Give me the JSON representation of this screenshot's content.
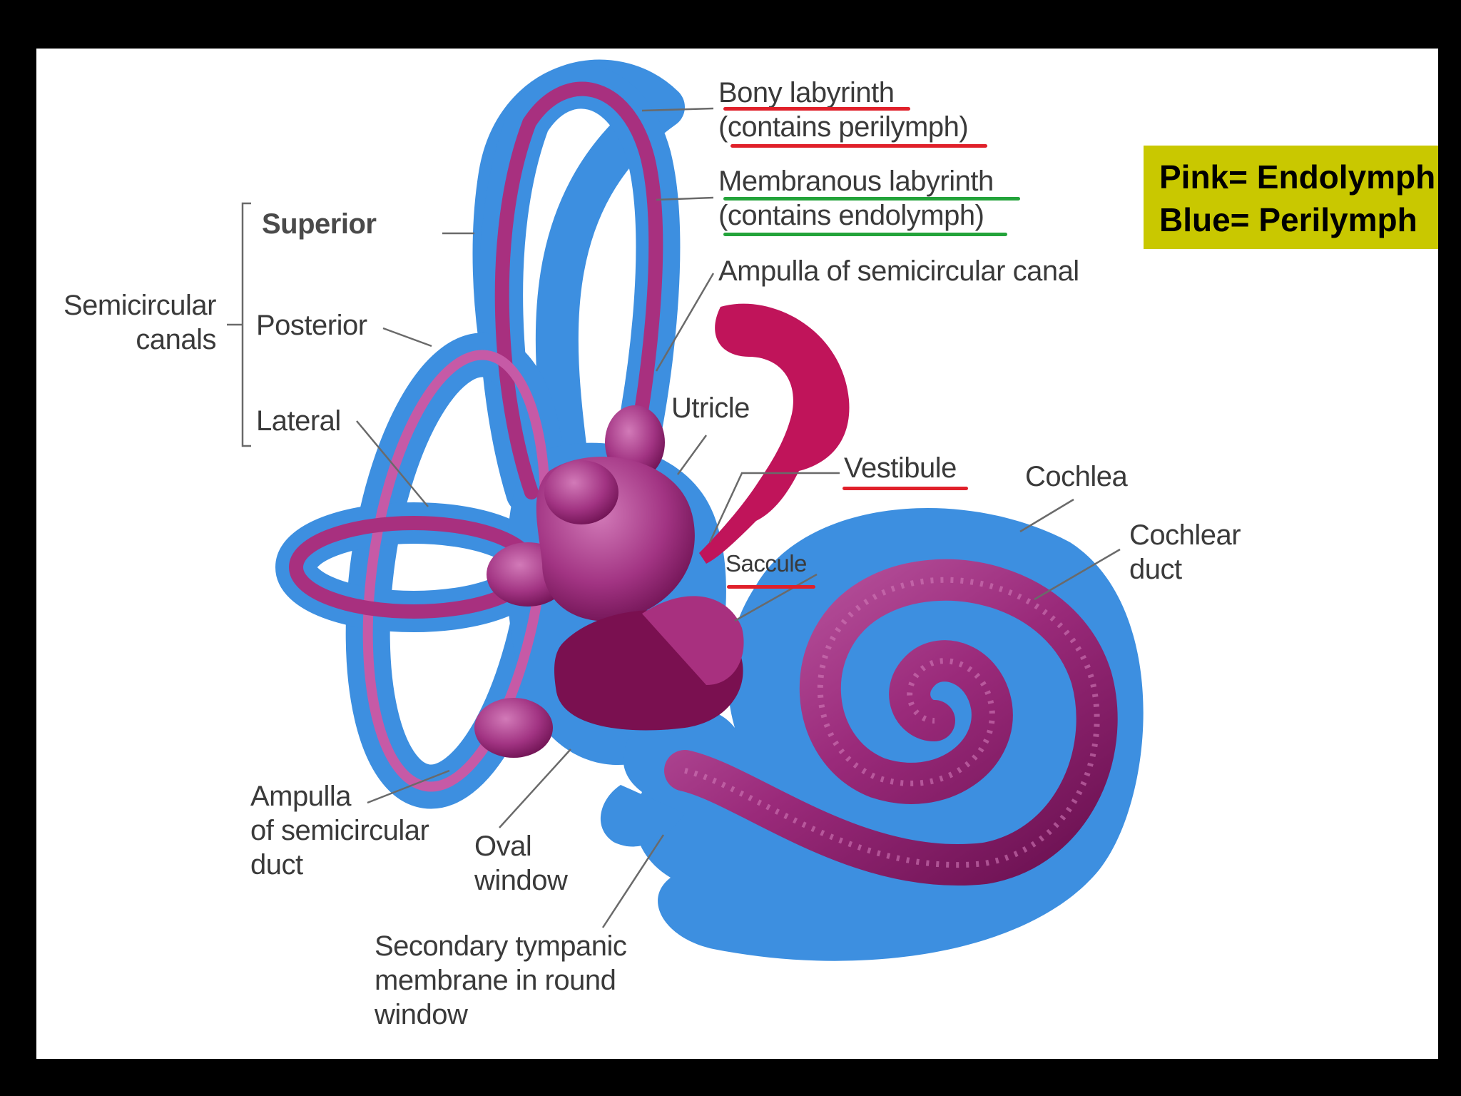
{
  "labels": {
    "bony_labyrinth": "Bony labyrinth",
    "contains_perilymph": "(contains perilymph)",
    "membranous_labyrinth": "Membranous labyrinth",
    "contains_endolymph": "(contains endolymph)",
    "ampulla_canal": "Ampulla of semicircular canal",
    "superior": "Superior",
    "semicircular": "Semicircular",
    "canals": "canals",
    "posterior": "Posterior",
    "lateral": "Lateral",
    "utricle": "Utricle",
    "vestibule": "Vestibule",
    "cochlea": "Cochlea",
    "cochlear": "Cochlear",
    "duct": "duct",
    "saccule": "Saccule",
    "ampulla_duct_1": "Ampulla",
    "ampulla_duct_2": "of semicircular",
    "ampulla_duct_3": "duct",
    "oval": "Oval",
    "window": "window",
    "secondary_1": "Secondary tympanic",
    "secondary_2": "membrane in round",
    "secondary_3": "window"
  },
  "legend": {
    "pink": "Pink= Endolymph",
    "blue": "Blue= Perilymph"
  },
  "colors": {
    "perilymph_blue": "#3d8fe0",
    "endolymph_pink": "#a8307f",
    "utricle_red": "#c0145a",
    "legend_bg": "#c9c800",
    "underline_red": "#e0202a",
    "underline_green": "#23a33a"
  }
}
